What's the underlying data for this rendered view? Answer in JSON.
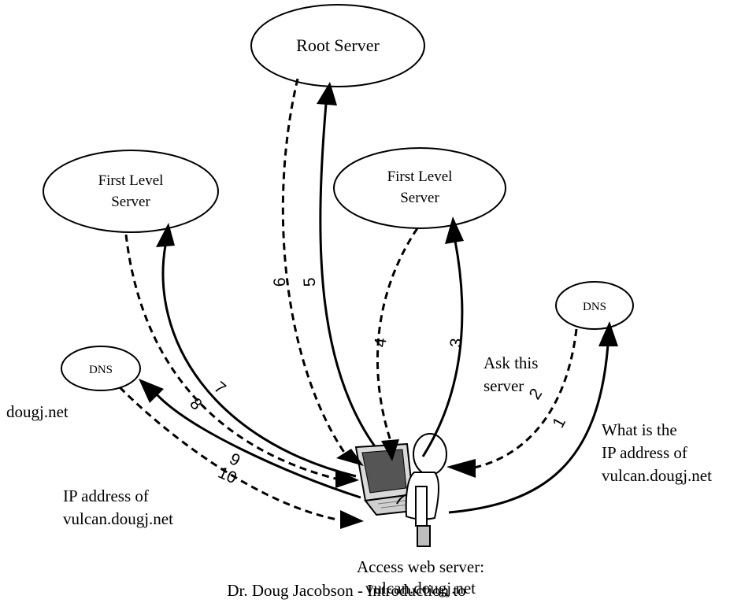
{
  "nodes": {
    "root_server": "Root Server",
    "first_level_left": [
      "First Level",
      "Server"
    ],
    "first_level_right": [
      "First Level",
      "Server"
    ],
    "dns_local": "DNS",
    "dns_remote": "DNS"
  },
  "labels": {
    "domain": "dougj.net",
    "ask_this_server": [
      "Ask this",
      "server"
    ],
    "question": [
      "What is the",
      "IP address of",
      "vulcan.dougj.net"
    ],
    "answer": [
      "IP address of",
      "vulcan.dougj.net"
    ],
    "access": [
      "Access web server:",
      "vulcan.dougj.net"
    ],
    "footer": "Dr. Doug Jacobson - Introduction to"
  },
  "steps": [
    "1",
    "2",
    "3",
    "4",
    "5",
    "6",
    "7",
    "8",
    "9",
    "10"
  ]
}
